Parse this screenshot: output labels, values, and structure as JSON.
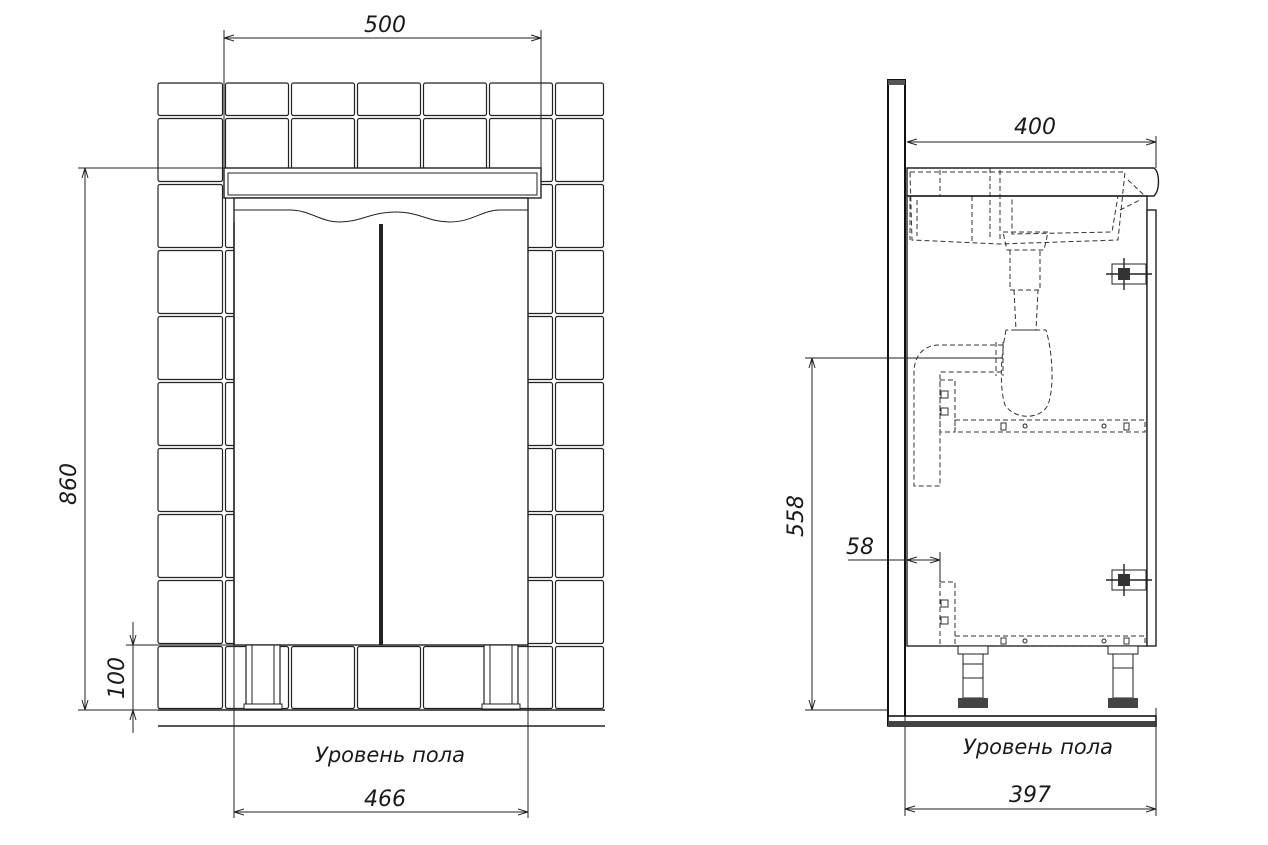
{
  "front_view": {
    "width_top": "500",
    "height_total": "860",
    "leg_height": "100",
    "width_bottom": "466",
    "floor_label": "Уровень пола"
  },
  "side_view": {
    "depth_top": "400",
    "drain_height": "558",
    "drain_offset": "58",
    "depth_bottom": "397",
    "floor_label": "Уровень пола"
  },
  "colors": {
    "line": "#222222",
    "background": "#ffffff"
  }
}
